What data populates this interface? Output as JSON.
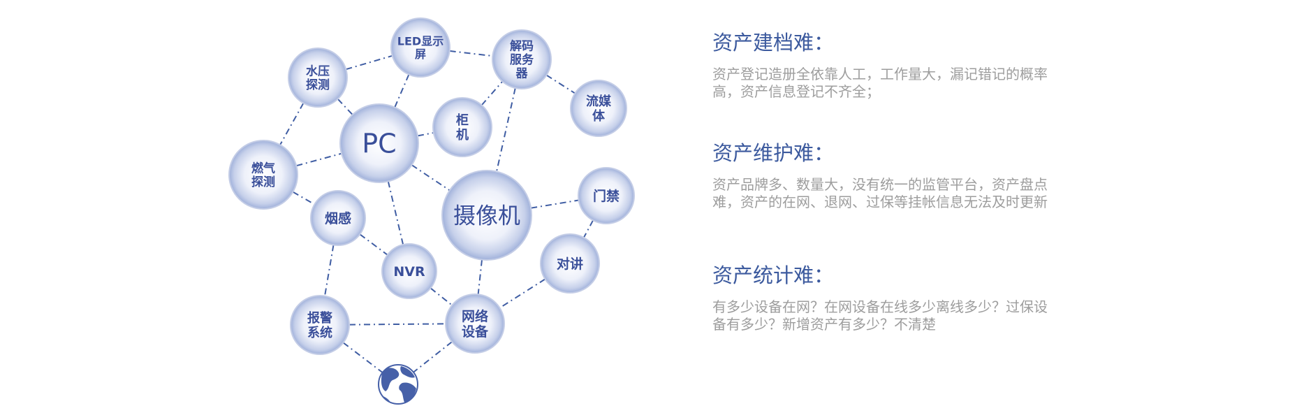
{
  "diagram": {
    "nodes": [
      {
        "id": "water",
        "lines": [
          "水压",
          "探测"
        ]
      },
      {
        "id": "led",
        "lines": [
          "LED显示",
          "屏"
        ]
      },
      {
        "id": "decoder",
        "lines": [
          "解码",
          "服务",
          "器"
        ]
      },
      {
        "id": "stream",
        "lines": [
          "流媒",
          "体"
        ]
      },
      {
        "id": "pc",
        "lines": [
          "PC"
        ]
      },
      {
        "id": "cabinet",
        "lines": [
          "柜",
          "机"
        ]
      },
      {
        "id": "gas",
        "lines": [
          "燃气",
          "探测"
        ]
      },
      {
        "id": "camera",
        "lines": [
          "摄像机"
        ]
      },
      {
        "id": "access",
        "lines": [
          "门禁"
        ]
      },
      {
        "id": "smoke",
        "lines": [
          "烟感"
        ]
      },
      {
        "id": "nvr",
        "lines": [
          "NVR"
        ]
      },
      {
        "id": "intercom",
        "lines": [
          "对讲"
        ]
      },
      {
        "id": "alarm",
        "lines": [
          "报警",
          "系统"
        ]
      },
      {
        "id": "network",
        "lines": [
          "网络",
          "设备"
        ]
      },
      {
        "id": "globe",
        "lines": []
      }
    ],
    "edges": [
      [
        "water",
        "led"
      ],
      [
        "led",
        "decoder"
      ],
      [
        "decoder",
        "stream"
      ],
      [
        "water",
        "gas"
      ],
      [
        "water",
        "pc"
      ],
      [
        "led",
        "pc"
      ],
      [
        "pc",
        "cabinet"
      ],
      [
        "cabinet",
        "decoder"
      ],
      [
        "decoder",
        "camera"
      ],
      [
        "gas",
        "pc"
      ],
      [
        "pc",
        "camera"
      ],
      [
        "pc",
        "nvr"
      ],
      [
        "gas",
        "smoke"
      ],
      [
        "smoke",
        "nvr"
      ],
      [
        "smoke",
        "alarm"
      ],
      [
        "camera",
        "access"
      ],
      [
        "camera",
        "network"
      ],
      [
        "access",
        "intercom"
      ],
      [
        "nvr",
        "network"
      ],
      [
        "intercom",
        "network"
      ],
      [
        "alarm",
        "network"
      ],
      [
        "alarm",
        "globe"
      ],
      [
        "network",
        "globe"
      ]
    ]
  },
  "issues": [
    {
      "title": "资产建档难：",
      "description": "资产登记造册全依靠人工，工作量大，漏记错记的概率高，资产信息登记不齐全；"
    },
    {
      "title": "资产维护难：",
      "description": "资产品牌多、数量大，没有统一的监管平台，资产盘点难，资产的在网、退网、过保等挂帐信息无法及时更新"
    },
    {
      "title": "资产统计难：",
      "description": "有多少设备在网？在网设备在线多少离线多少？过保设备有多少？新增资产有多少？不清楚"
    }
  ],
  "colors": {
    "accent": "#3c5a9e",
    "edge": "#3f5da3",
    "description_text": "#9d9d9d",
    "node_fill_center": "#ffffff",
    "node_fill_edge": "#9fb0da"
  },
  "icons": {
    "globe": "globe-icon"
  }
}
